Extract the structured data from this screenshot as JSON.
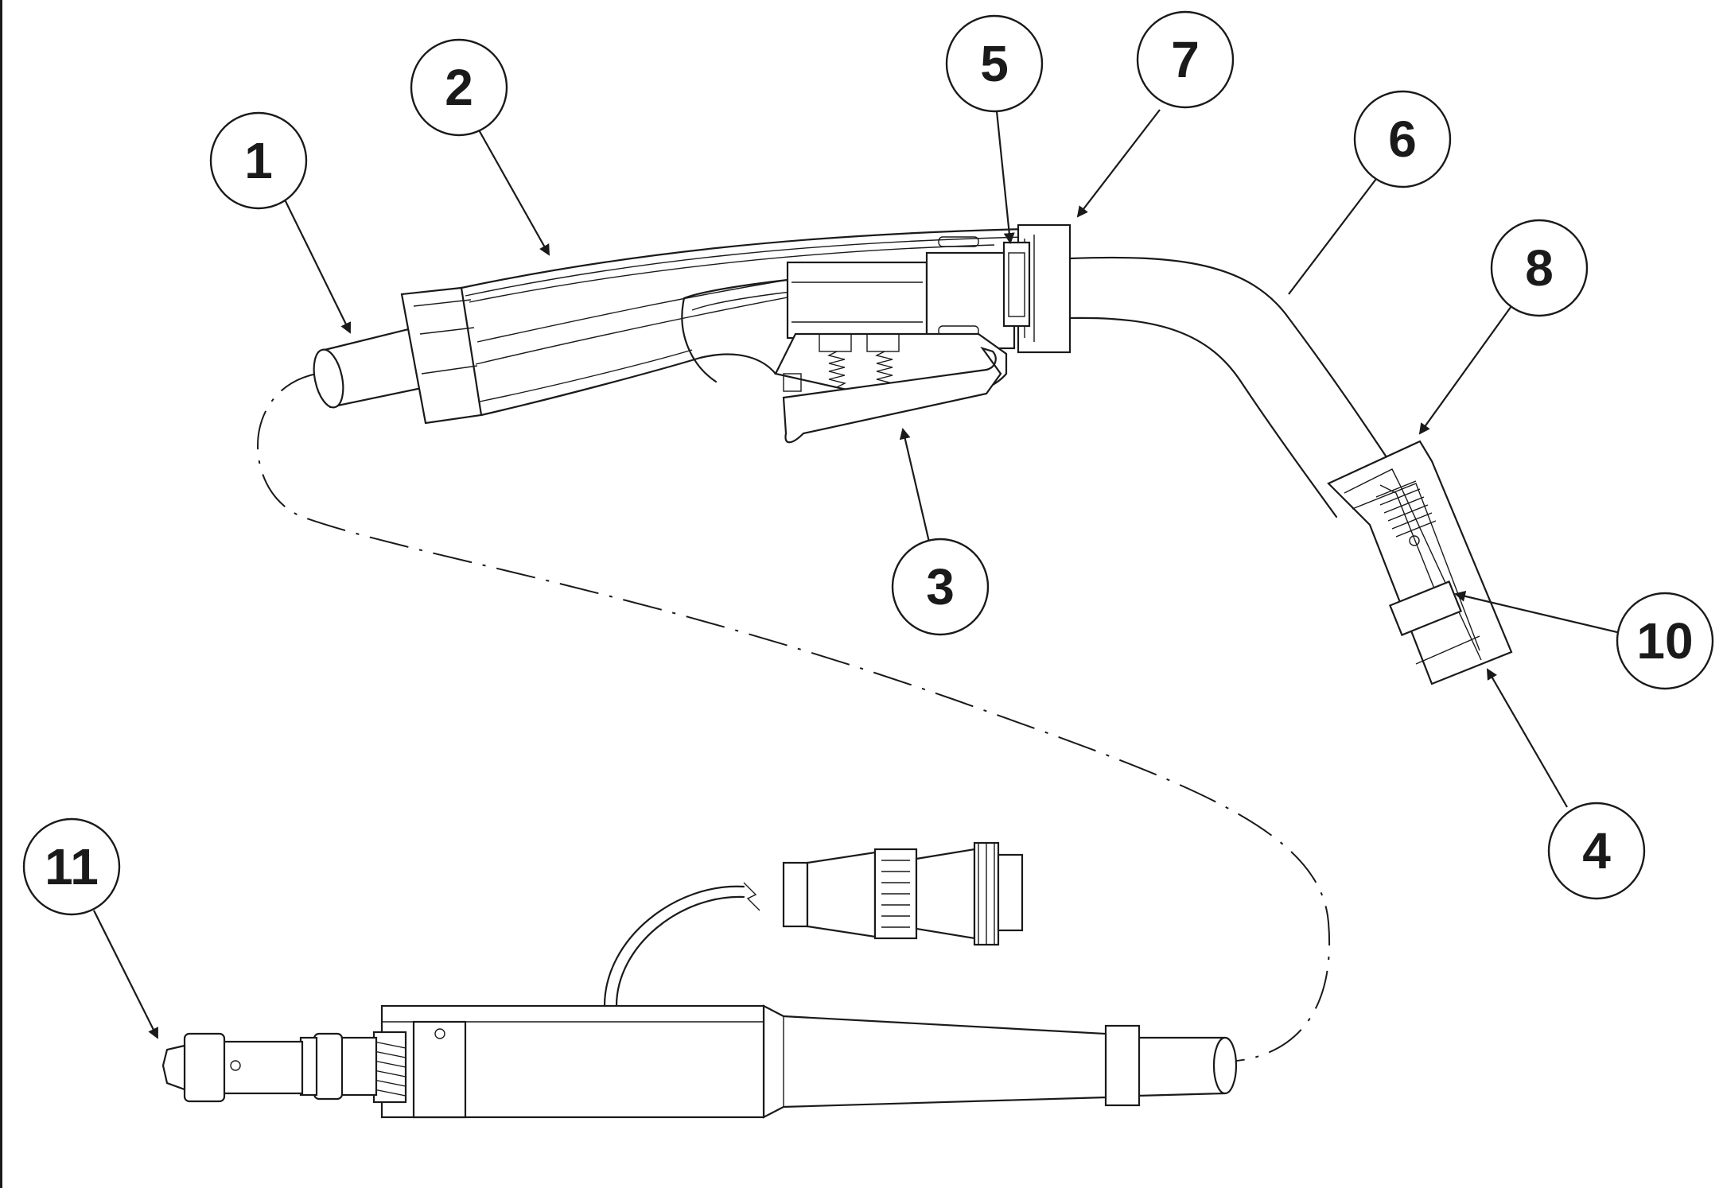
{
  "callouts": [
    {
      "id": "c1",
      "label": "1"
    },
    {
      "id": "c2",
      "label": "2"
    },
    {
      "id": "c3",
      "label": "3"
    },
    {
      "id": "c4",
      "label": "4"
    },
    {
      "id": "c5",
      "label": "5"
    },
    {
      "id": "c6",
      "label": "6"
    },
    {
      "id": "c7",
      "label": "7"
    },
    {
      "id": "c8",
      "label": "8"
    },
    {
      "id": "c10",
      "label": "10"
    },
    {
      "id": "c11",
      "label": "11"
    }
  ],
  "colors": {
    "line": "#1a1a1a",
    "background": "#ffffff"
  }
}
